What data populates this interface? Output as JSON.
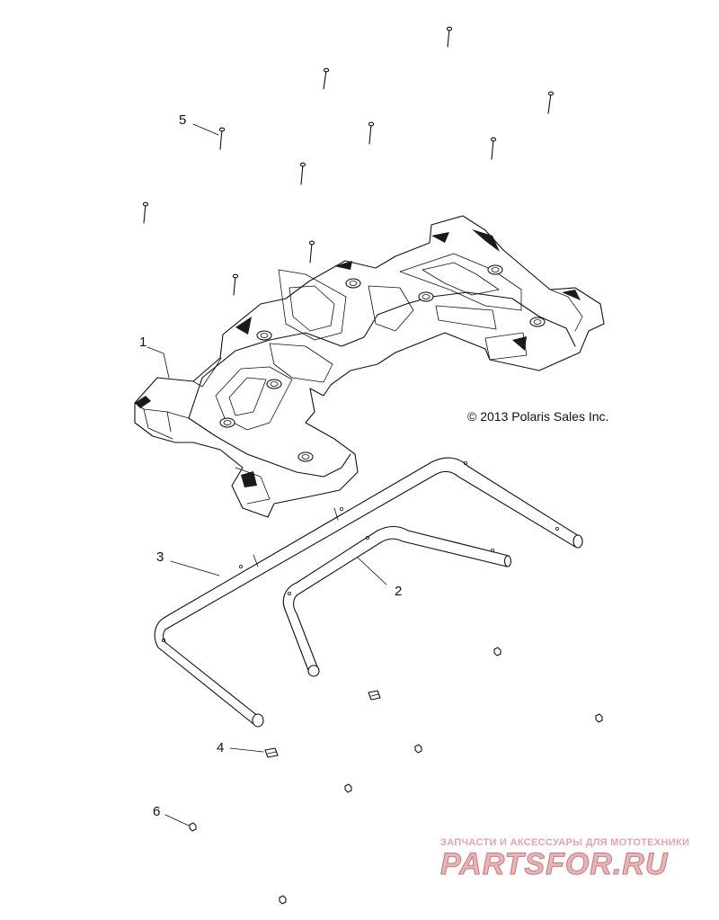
{
  "diagram": {
    "copyright": "© 2013 Polaris Sales Inc.",
    "callouts": [
      {
        "id": "1",
        "label": "1"
      },
      {
        "id": "2",
        "label": "2"
      },
      {
        "id": "3",
        "label": "3"
      },
      {
        "id": "4",
        "label": "4"
      },
      {
        "id": "5",
        "label": "5"
      },
      {
        "id": "6",
        "label": "6"
      }
    ]
  },
  "watermark": {
    "tagline": "ЗАПЧАСТИ И АКСЕССУАРЫ ДЛЯ МОТОТЕХНИКИ",
    "brand": "PARTSFOR.RU",
    "colors": {
      "fill": "#e8b4b6",
      "outline": "#c8787c"
    }
  }
}
